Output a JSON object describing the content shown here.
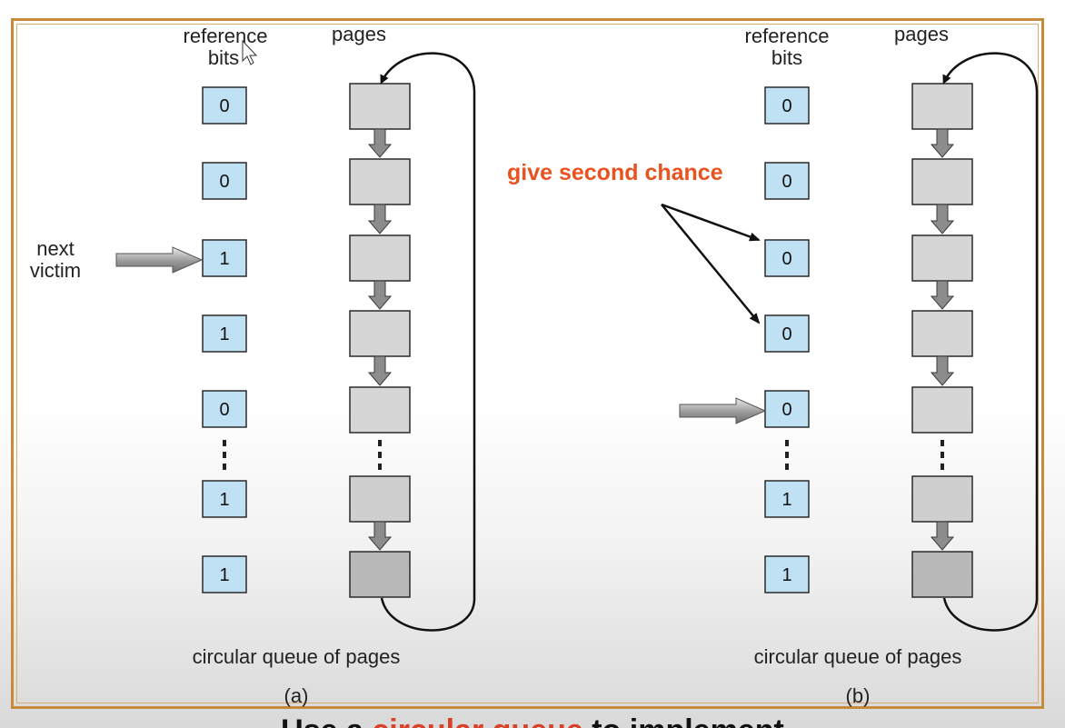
{
  "colors": {
    "frame": "#c58a3c",
    "bit_fill": "#bfe1f3",
    "bit_stroke": "#2a2a2a",
    "page_fill": "#d6d6d6",
    "page_fill_last": "#b9b9b9",
    "arrow_fill": "#8c8c8c",
    "annotation": "#e8531f"
  },
  "panel_a": {
    "header_bits_line1": "reference",
    "header_bits_line2": "bits",
    "header_pages": "pages",
    "bits": [
      "0",
      "0",
      "1",
      "1",
      "0",
      "1",
      "1"
    ],
    "pointer_label_line1": "next",
    "pointer_label_line2": "victim",
    "pointer_row": 2,
    "caption": "circular queue of pages",
    "sub_label": "(a)"
  },
  "panel_b": {
    "header_bits_line1": "reference",
    "header_bits_line2": "bits",
    "header_pages": "pages",
    "bits": [
      "0",
      "0",
      "0",
      "0",
      "0",
      "1",
      "1"
    ],
    "pointer_row": 4,
    "annotation": "give second chance",
    "caption": "circular queue of pages",
    "sub_label": "(b)"
  },
  "footer": {
    "prefix": "Use a ",
    "highlight": "circular queue",
    "suffix": " to implement"
  }
}
